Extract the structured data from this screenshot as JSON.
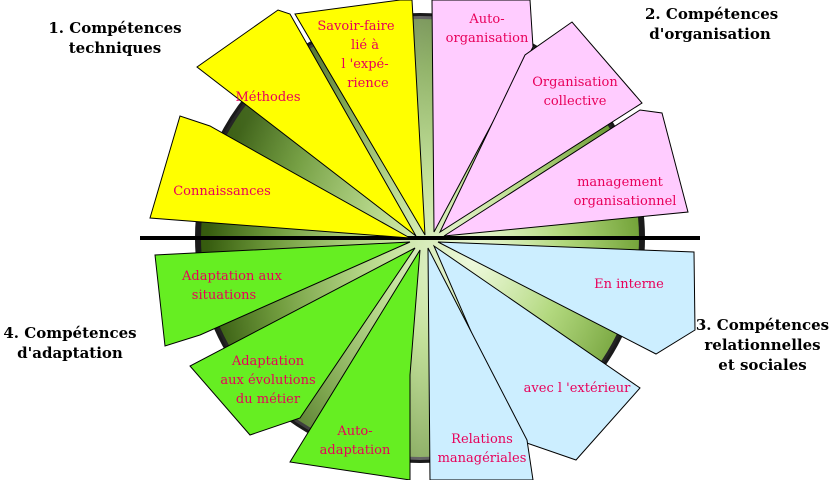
{
  "quadrants": {
    "q1": {
      "line1": "1. Compétences",
      "line2": "techniques"
    },
    "q2": {
      "line1": "2. Compétences",
      "line2": "d'organisation"
    },
    "q3": {
      "line1": "3. Compétences",
      "line2": "relationnelles",
      "line3": "et sociales"
    },
    "q4": {
      "line1": "4. Compétences",
      "line2": "d'adaptation"
    }
  },
  "segments": [
    {
      "id": "savoir-faire",
      "lines": [
        "Savoir-faire",
        "lié à",
        "l 'expé-",
        "rience"
      ]
    },
    {
      "id": "methodes",
      "lines": [
        "Méthodes"
      ]
    },
    {
      "id": "connaissances",
      "lines": [
        "Connaissances"
      ]
    },
    {
      "id": "auto-organisation",
      "lines": [
        "Auto-",
        "organisation"
      ]
    },
    {
      "id": "organisation-collective",
      "lines": [
        "Organisation",
        "collective"
      ]
    },
    {
      "id": "management-organisationnel",
      "lines": [
        "management",
        "organisationnel"
      ]
    },
    {
      "id": "en-interne",
      "lines": [
        "En interne"
      ]
    },
    {
      "id": "avec-exterieur",
      "lines": [
        "avec l 'extérieur"
      ]
    },
    {
      "id": "relations-manageriales",
      "lines": [
        "Relations",
        "managériales"
      ]
    },
    {
      "id": "adaptation-situations",
      "lines": [
        "Adaptation aux",
        "situations"
      ]
    },
    {
      "id": "adaptation-evolutions",
      "lines": [
        "Adaptation",
        "aux évolutions",
        "du métier"
      ]
    },
    {
      "id": "auto-adaptation",
      "lines": [
        "Auto-",
        "adaptation"
      ]
    }
  ],
  "colors": {
    "technique": "#ffff00",
    "organisation": "#ffccff",
    "relationnel": "#cceeff",
    "adaptation": "#66ee22",
    "label": "#e8005a",
    "wheel_dark": "#3f6b10",
    "wheel_light": "#d6f0b0"
  }
}
